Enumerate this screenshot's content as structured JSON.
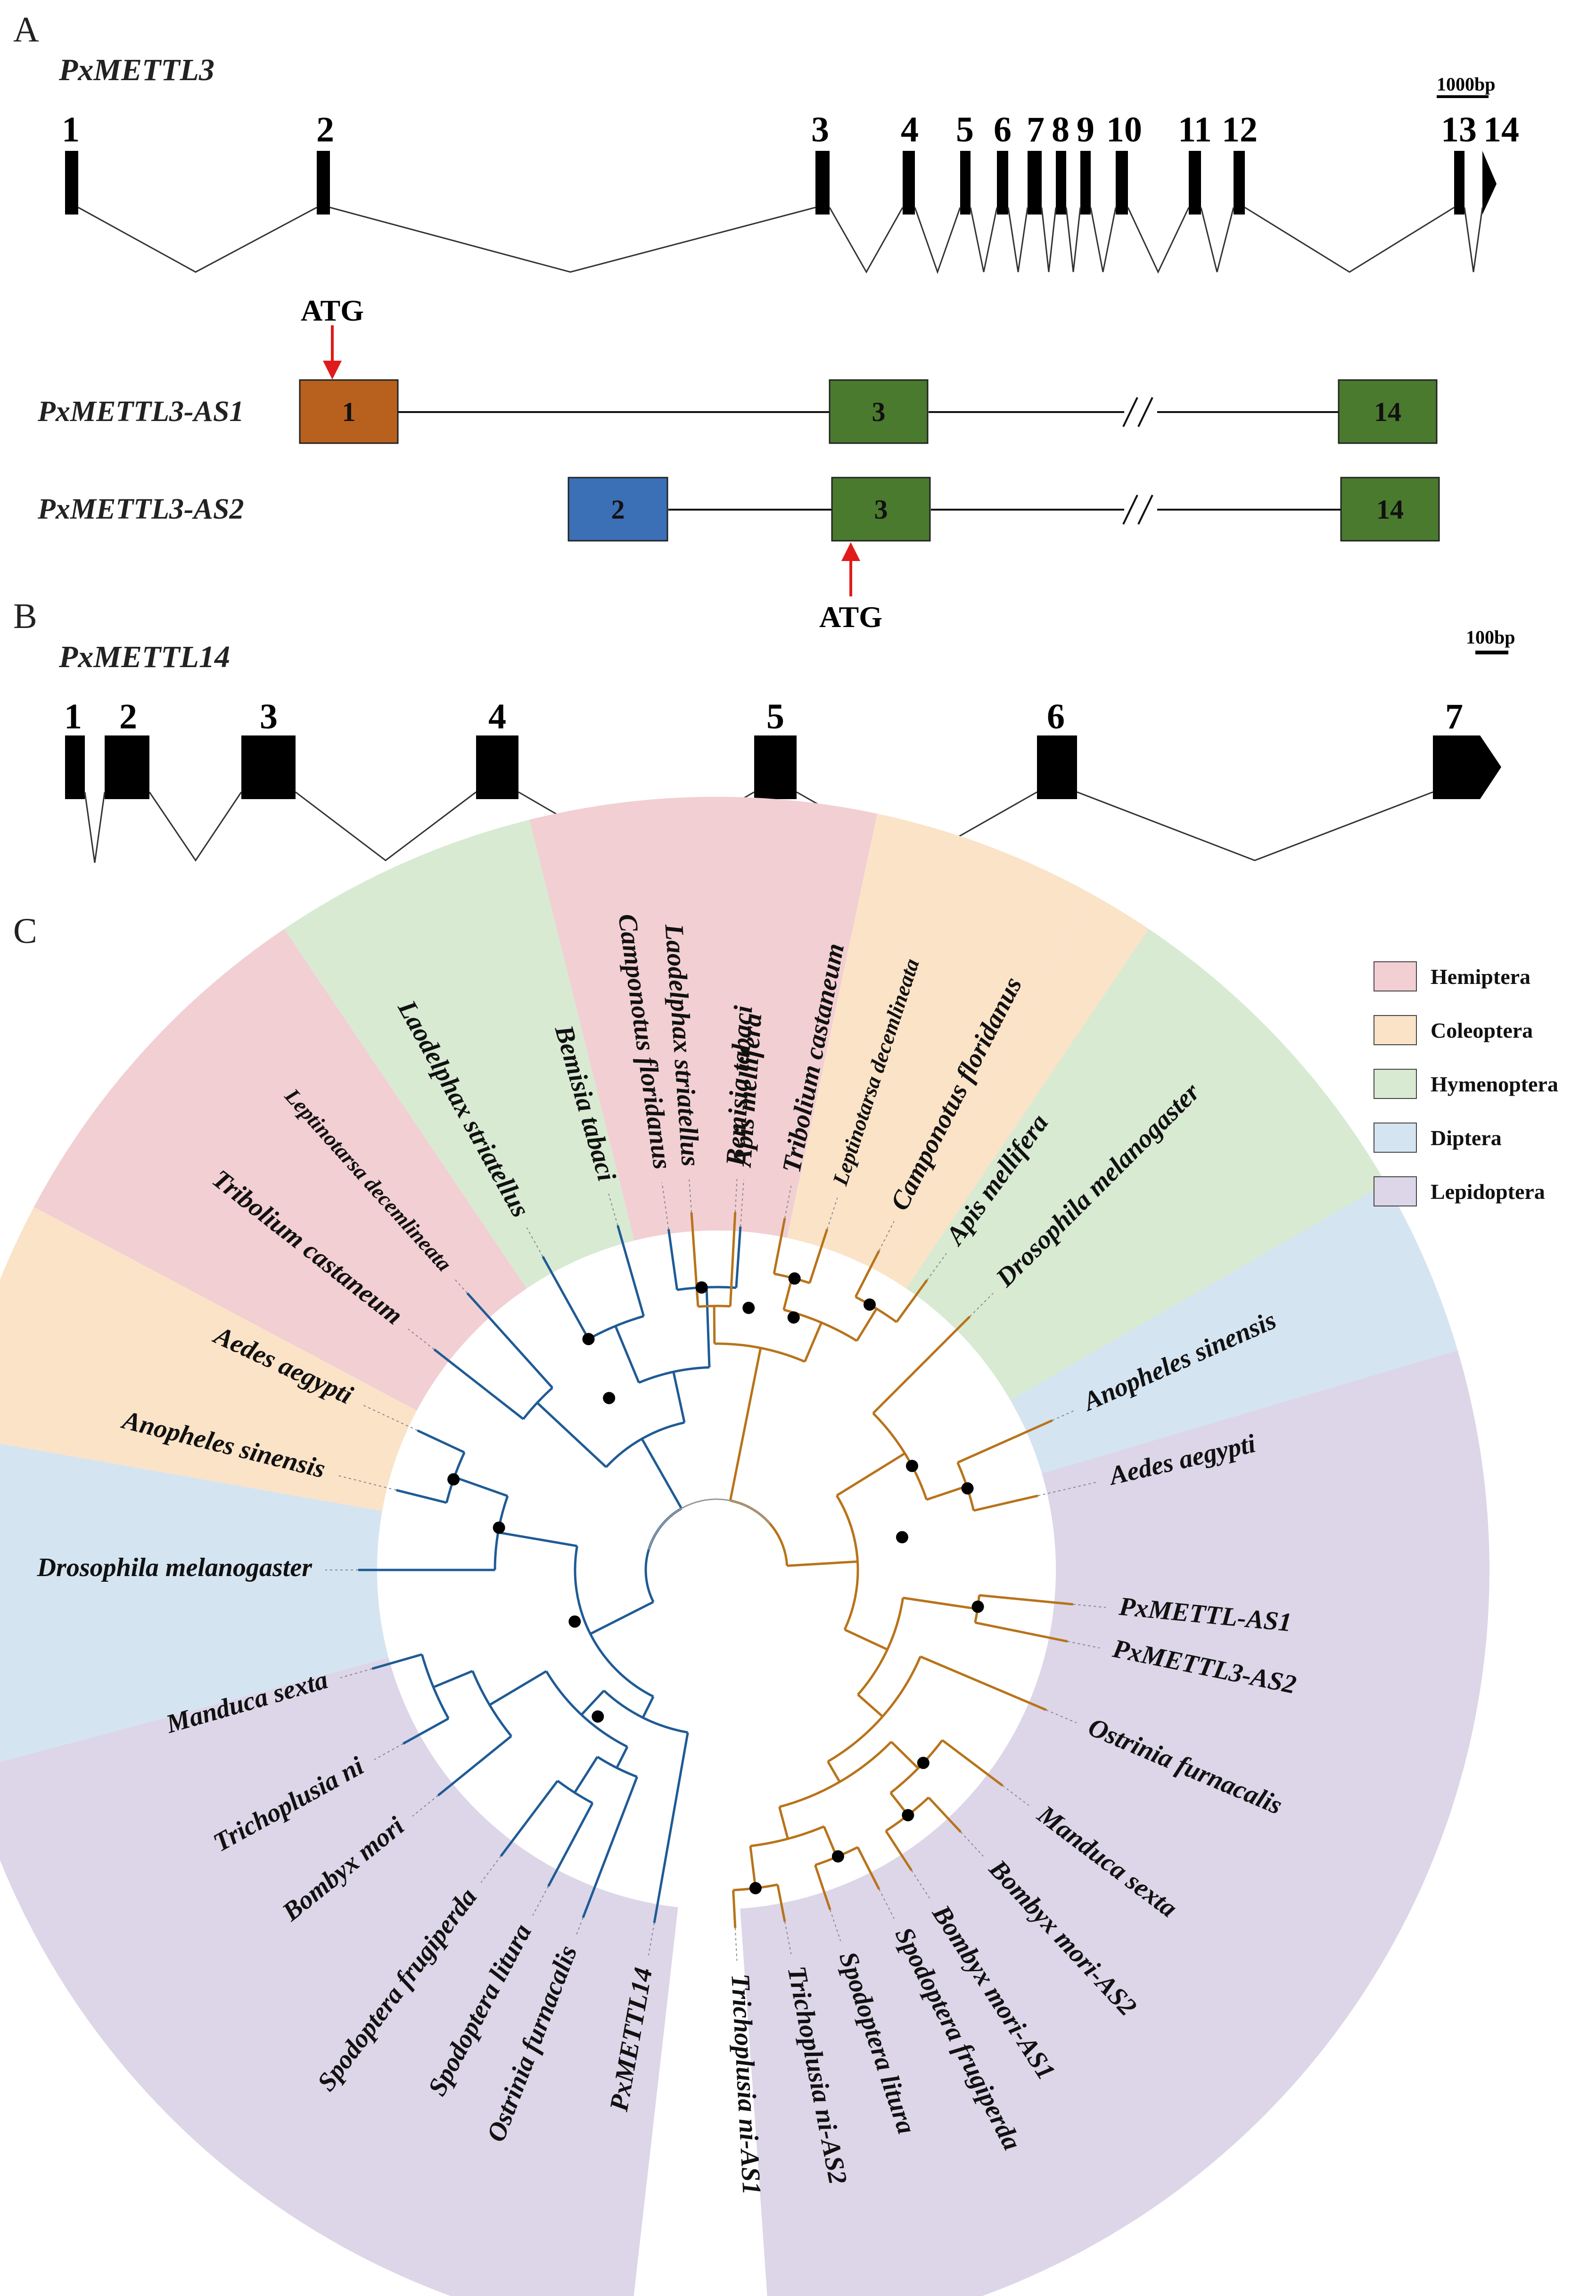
{
  "panel_a": {
    "letter": "A",
    "gene": "PxMETTL3",
    "scale_label": "1000bp",
    "exon_labels": [
      "1",
      "2",
      "3",
      "4",
      "5",
      "6",
      "7",
      "8",
      "9",
      "10",
      "11",
      "12",
      "13",
      "14"
    ],
    "atg": "ATG",
    "isoforms": [
      {
        "name": "PxMETTL3-AS1",
        "boxes": [
          "1",
          "3",
          "14"
        ]
      },
      {
        "name": "PxMETTL3-AS2",
        "boxes": [
          "2",
          "3",
          "14"
        ]
      }
    ],
    "box_colors": {
      "exon1": "#b8611f",
      "exon2": "#3b6fb6",
      "exon3": "#4a7a2e",
      "exon14": "#4a7a2e"
    }
  },
  "panel_b": {
    "letter": "B",
    "gene": "PxMETTL14",
    "scale_label": "100bp",
    "exon_labels": [
      "1",
      "2",
      "3",
      "4",
      "5",
      "6",
      "7"
    ]
  },
  "panel_c": {
    "letter": "C",
    "legend": [
      {
        "label": "Hemiptera",
        "color": "#f2cfd3"
      },
      {
        "label": "Coleoptera",
        "color": "#fbe3c8"
      },
      {
        "label": "Hymenoptera",
        "color": "#d8ead2"
      },
      {
        "label": "Diptera",
        "color": "#d5e4f1"
      },
      {
        "label": "Lepidoptera",
        "color": "#dcd6e8"
      }
    ],
    "clade_colors": {
      "mettl14": "#1f5b95",
      "mettl3": "#b8731a"
    },
    "leaves_left": [
      "PxMETTL14",
      "Ostrinia furnacalis",
      "Spodoptera litura",
      "Spodoptera frugiperda",
      "Bombyx mori",
      "Trichoplusia ni",
      "Manduca sexta",
      "Drosophila melanogaster",
      "Anopheles sinensis",
      "Aedes aegypti",
      "Tribolium castaneum",
      "Leptinotarsa decemlineata",
      "Laodelphax striatellus",
      "Bemisia tabaci",
      "Camponotus floridanus",
      "Apis mellifera"
    ],
    "leaves_right": [
      "Laodelphax striatellus",
      "Bemisia tabaci",
      "Tribolium castaneum",
      "Leptinotarsa decemlineata",
      "Camponotus floridanus",
      "Apis mellifera",
      "Drosophila melanogaster",
      "Anopheles sinensis",
      "Aedes aegypti",
      "PxMETTL-AS1",
      "PxMETTL3-AS2",
      "Ostrinia furnacalis",
      "Manduca sexta",
      "Bombyx mori-AS2",
      "Bombyx mori-AS1",
      "Spodoptera frugiperda",
      "Spodoptera litura",
      "Trichoplusia ni-AS2",
      "Trichoplusia ni-AS1"
    ]
  }
}
